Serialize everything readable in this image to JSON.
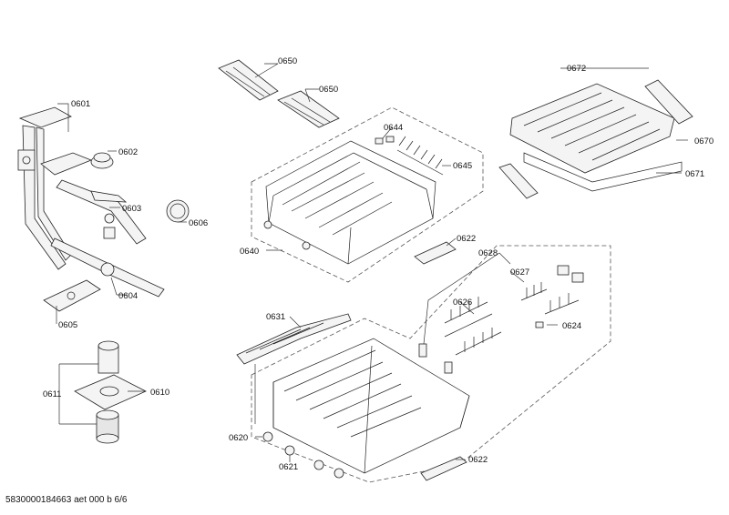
{
  "labels": {
    "p0650a": "0650",
    "p0650b": "0650",
    "p0601": "0601",
    "p0602": "0602",
    "p0603": "0603",
    "p0604": "0604",
    "p0605": "0605",
    "p0606": "0606",
    "p0610": "0610",
    "p0611": "0611",
    "p0620": "0620",
    "p0621": "0621",
    "p0622a": "0622",
    "p0622b": "0622",
    "p0624": "0624",
    "p0626": "0626",
    "p0627": "0627",
    "p0628": "0628",
    "p0631": "0631",
    "p0640": "0640",
    "p0644": "0644",
    "p0645": "0645",
    "p0670": "0670",
    "p0671": "0671",
    "p0672": "0672"
  },
  "footer": "5830000184663 aet 000 b 6/6"
}
